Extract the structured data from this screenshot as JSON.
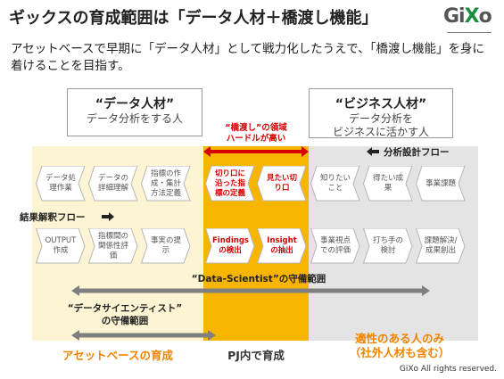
{
  "title": "ギックスの育成範囲は「データ人材＋橋渡し機能」",
  "logo": {
    "text_a": "Gi",
    "text_b": "X",
    "text_c": "o"
  },
  "lead": "アセットベースで早期に「データ人材」として戦力化したうえで、「橋渡し機能」を身に着けることを目指す。",
  "data_talent": {
    "heading": "“データ人材”",
    "sub": "データ分析をする人"
  },
  "biz_talent": {
    "heading": "“ビジネス人材”",
    "sub1": "データ分析を",
    "sub2": "ビジネスに活かす人"
  },
  "bridge_note": {
    "line1": "“橋渡し”の領域",
    "line2": "ハードルが高い"
  },
  "design_flow": "分析設計フロー",
  "result_flow": "結果解釈フロー",
  "top_row": [
    {
      "text": "データ処理作業",
      "red": false
    },
    {
      "text": "データの詳細理解",
      "red": false
    },
    {
      "text": "指標の作成・集計方法定義",
      "red": false
    },
    {
      "text": "切り口に沿った指標の定義",
      "red": true
    },
    {
      "text": "見たい切り口",
      "red": true
    },
    {
      "text": "知りたいこと",
      "red": false
    },
    {
      "text": "得たい成果",
      "red": false
    },
    {
      "text": "事業課題",
      "red": false
    }
  ],
  "bottom_row": [
    {
      "text": "OUTPUT作成",
      "red": false
    },
    {
      "text": "指標間の関係性評価",
      "red": false
    },
    {
      "text": "事実の提示",
      "red": false
    },
    {
      "text": "Findingsの検出",
      "red": true
    },
    {
      "text": "Insightの抽出",
      "red": true
    },
    {
      "text": "事業視点での評価",
      "red": false
    },
    {
      "text": "打ち手の検討",
      "red": false
    },
    {
      "text": "課題解決/成果創出",
      "red": false
    }
  ],
  "data_scientist_scope": "“Data-Scientist”の守備範囲",
  "ds_jp_scope": {
    "line1": "“データサイエンティスト”",
    "line2": "の守備範囲"
  },
  "bottom_labels": {
    "asset": "アセットベースの育成",
    "pj": "PJ内で育成",
    "fit1": "適性のある人のみ",
    "fit2": "（社外人材も含む）"
  },
  "copyright": "GiXo All rights reserved.",
  "colors": {
    "accent": "#f8b500",
    "red": "#d60000",
    "orange": "#f08300",
    "gray": "#e4e4e4",
    "cream": "#fdf4d4"
  }
}
